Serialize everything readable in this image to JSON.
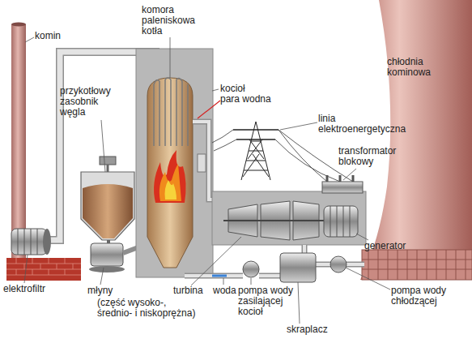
{
  "diagram": {
    "labels": [
      "komin",
      "komora paleniskowa kotła",
      "chłodnia kominowa",
      "kocioł",
      "para wodna",
      "przykotłowy zasobnik węgla",
      "linia elektroenergetyczna",
      "transformator blokowy",
      "generator",
      "elektrofiltr",
      "młyny",
      "turbina",
      "(część wysoko-, średnio- i niskoprężna)",
      "woda",
      "pompa wody zasilającej kocioł",
      "pompa wody chłodzącej",
      "skraplacz"
    ]
  }
}
